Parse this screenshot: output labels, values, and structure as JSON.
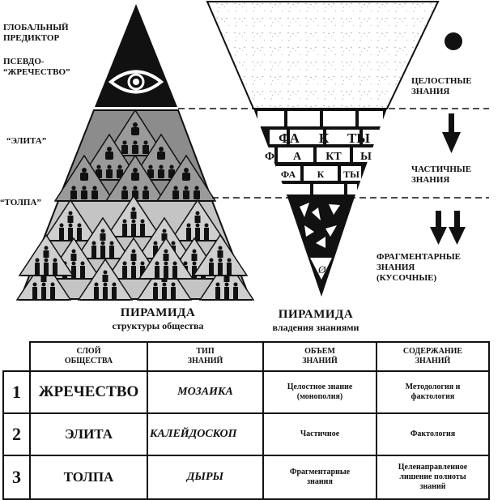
{
  "colors": {
    "black": "#111111",
    "elite_gray": "#8c8c8c",
    "crowd_gray": "#c4c4c4",
    "white": "#ffffff"
  },
  "left_pyramid": {
    "labels": {
      "global_predictor": "ГЛОБАЛЬНЫЙ\nПРЕДИКТОР",
      "pseudo_priesthood": "ПСЕВДО-\n“ЖРЕЧЕСТВО”",
      "elite": "“ЭЛИТА”",
      "crowd": "“ТОЛПА”"
    },
    "apex_icon": "eye-icon",
    "elite_groups": 6,
    "crowd_groups": 15,
    "caption_title": "ПИРАМИДА",
    "caption_subtitle": "структуры общества"
  },
  "right_pyramid": {
    "labels": {
      "holistic": "ЦЕЛОСТНЫЕ\nЗНАНИЯ",
      "partial": "ЧАСТИЧНЫЕ\nЗНАНИЯ",
      "fragmentary": "ФРАГМЕНТАРНЫЕ\nЗНАНИЯ\n(КУСОЧНЫЕ)"
    },
    "brick_rows": [
      [
        "ФА",
        "К",
        "ТЫ"
      ],
      [
        "Ф",
        "А",
        "КТ",
        "Ы"
      ],
      [
        "ФА",
        "К",
        "ТЫ"
      ]
    ],
    "empty_set_symbol": "Ø",
    "holistic_icon": "filled-circle-icon",
    "partial_icon": "single-down-arrow-icon",
    "fragmentary_icon": "double-down-arrow-icon",
    "caption_title": "ПИРАМИДА",
    "caption_subtitle": "владения знаниями"
  },
  "table": {
    "headers": [
      "СЛОЙ\nОБЩЕСТВА",
      "ТИП\nЗНАНИЙ",
      "ОБЪЕМ\nЗНАНИЙ",
      "СОДЕРЖАНИЕ\nЗНАНИЙ"
    ],
    "rows": [
      {
        "num": "1",
        "layer": "ЖРЕЧЕСТВО",
        "type": "МОЗАИКА",
        "volume": "Целостное знание\n(монополия)",
        "content": "Методология и\nфактология"
      },
      {
        "num": "2",
        "layer": "ЭЛИТА",
        "type": "КАЛЕЙДОСКОП",
        "volume": "Частичное",
        "content": "Фактология"
      },
      {
        "num": "3",
        "layer": "ТОЛПА",
        "type": "ДЫРЫ",
        "volume": "Фрагментарные\nзнания",
        "content": "Целенаправленное\nлишение полноты\nзнаний"
      }
    ]
  }
}
